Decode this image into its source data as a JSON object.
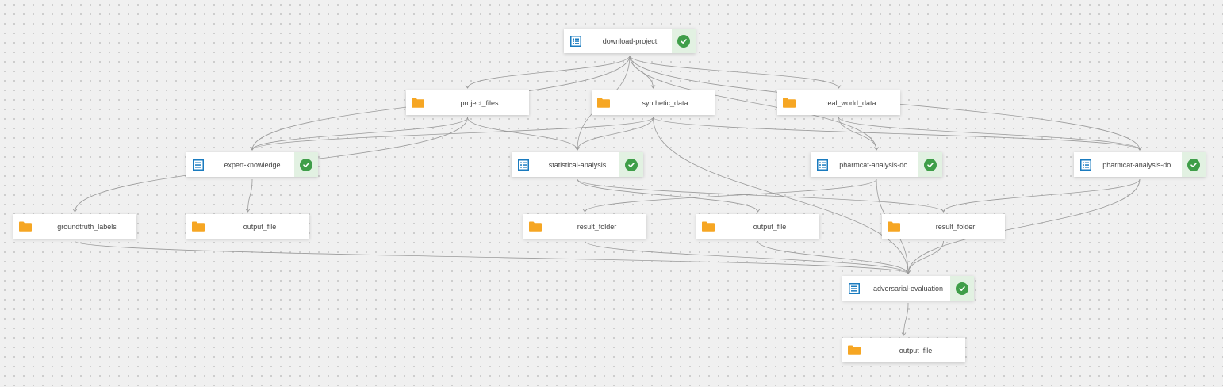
{
  "colors": {
    "canvas": "#f0f0f0",
    "edge": "#9a9a9a",
    "pipeline_icon": "#1a7bbf",
    "folder_icon": "#f6a623",
    "success": "#3f9e49",
    "status_bg": "#e2f1e2"
  },
  "nodes": {
    "download_project": {
      "label": "download-project",
      "type": "pipeline",
      "status": "success"
    },
    "project_files": {
      "label": "project_files",
      "type": "folder"
    },
    "synthetic_data": {
      "label": "synthetic_data",
      "type": "folder"
    },
    "real_world_data": {
      "label": "real_world_data",
      "type": "folder"
    },
    "expert_knowledge": {
      "label": "expert-knowledge",
      "type": "pipeline",
      "status": "success"
    },
    "statistical_analysis": {
      "label": "statistical-analysis",
      "type": "pipeline",
      "status": "success"
    },
    "pharmcat_analysis_1": {
      "label": "pharmcat-analysis-do...",
      "type": "pipeline",
      "status": "success"
    },
    "pharmcat_analysis_2": {
      "label": "pharmcat-analysis-do...",
      "type": "pipeline",
      "status": "success"
    },
    "groundtruth_labels": {
      "label": "groundtruth_labels",
      "type": "folder"
    },
    "output_file_1": {
      "label": "output_file",
      "type": "folder"
    },
    "result_folder_1": {
      "label": "result_folder",
      "type": "folder"
    },
    "output_file_2": {
      "label": "output_file",
      "type": "folder"
    },
    "result_folder_2": {
      "label": "result_folder",
      "type": "folder"
    },
    "adversarial_evaluation": {
      "label": "adversarial-evaluation",
      "type": "pipeline",
      "status": "success"
    },
    "output_file_3": {
      "label": "output_file",
      "type": "folder"
    }
  },
  "edges": [
    [
      "download_project",
      "project_files"
    ],
    [
      "download_project",
      "synthetic_data"
    ],
    [
      "download_project",
      "real_world_data"
    ],
    [
      "download_project",
      "expert_knowledge"
    ],
    [
      "download_project",
      "statistical_analysis"
    ],
    [
      "download_project",
      "pharmcat_analysis_1"
    ],
    [
      "download_project",
      "pharmcat_analysis_2"
    ],
    [
      "project_files",
      "expert_knowledge"
    ],
    [
      "project_files",
      "statistical_analysis"
    ],
    [
      "project_files",
      "groundtruth_labels"
    ],
    [
      "synthetic_data",
      "expert_knowledge"
    ],
    [
      "synthetic_data",
      "statistical_analysis"
    ],
    [
      "synthetic_data",
      "pharmcat_analysis_2"
    ],
    [
      "synthetic_data",
      "adversarial_evaluation"
    ],
    [
      "real_world_data",
      "pharmcat_analysis_1"
    ],
    [
      "real_world_data",
      "pharmcat_analysis_2"
    ],
    [
      "expert_knowledge",
      "output_file_1"
    ],
    [
      "statistical_analysis",
      "output_file_2"
    ],
    [
      "statistical_analysis",
      "result_folder_2"
    ],
    [
      "pharmcat_analysis_1",
      "result_folder_1"
    ],
    [
      "pharmcat_analysis_1",
      "adversarial_evaluation"
    ],
    [
      "pharmcat_analysis_2",
      "result_folder_2"
    ],
    [
      "pharmcat_analysis_2",
      "adversarial_evaluation"
    ],
    [
      "groundtruth_labels",
      "adversarial_evaluation"
    ],
    [
      "output_file_2",
      "adversarial_evaluation"
    ],
    [
      "result_folder_1",
      "adversarial_evaluation"
    ],
    [
      "result_folder_2",
      "adversarial_evaluation"
    ],
    [
      "adversarial_evaluation",
      "output_file_3"
    ]
  ]
}
